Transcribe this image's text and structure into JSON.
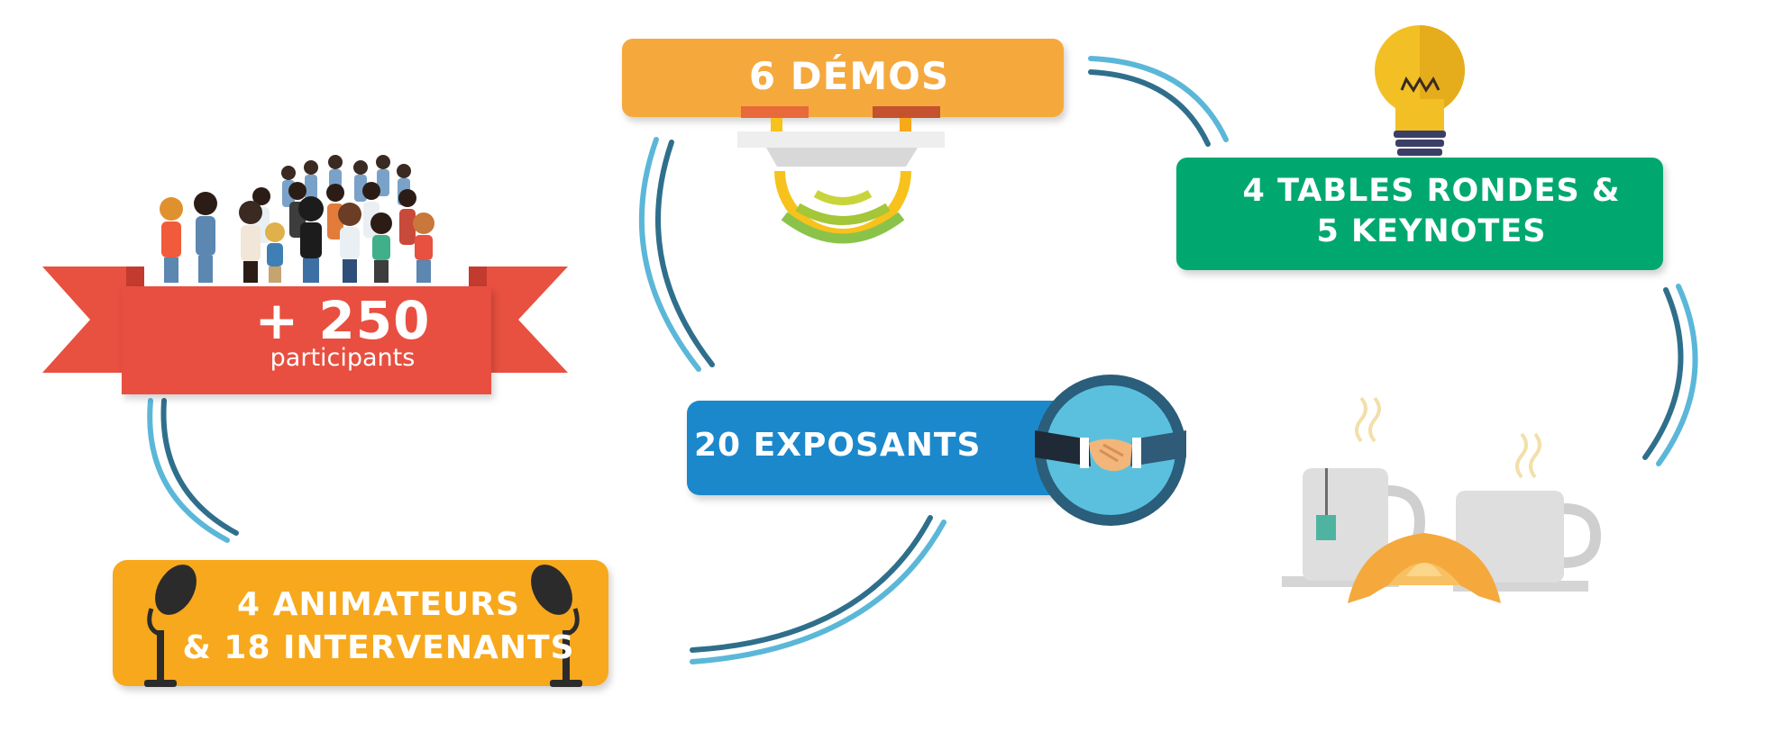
{
  "participants": {
    "count": "+ 250",
    "label": "participants"
  },
  "demos": {
    "label": "6 DÉMOS"
  },
  "tables_keynotes": {
    "line1": "4 TABLES RONDES &",
    "line2": "5 KEYNOTES"
  },
  "exposants": {
    "label": "20 EXPOSANTS"
  },
  "animateurs": {
    "line1": "4 ANIMATEURS",
    "line2": "& 18 INTERVENANTS"
  },
  "colors": {
    "ribbon_red": "#e8503f",
    "ribbon_dark": "#c23b2e",
    "demos_orange": "#f5a93c",
    "tables_green": "#00a870",
    "exposants_blue": "#1a88cc",
    "animateurs_yellow": "#f7a81b",
    "handshake_circle": "#5bc0de",
    "handshake_ring": "#2a5e7a",
    "arc_light": "#5bb7d8",
    "arc_dark": "#2f6f8c"
  },
  "icons": [
    "crowd-icon",
    "drone-signal-icon",
    "lightbulb-icon",
    "handshake-icon",
    "coffee-croissant-icon",
    "microphone-icon"
  ]
}
